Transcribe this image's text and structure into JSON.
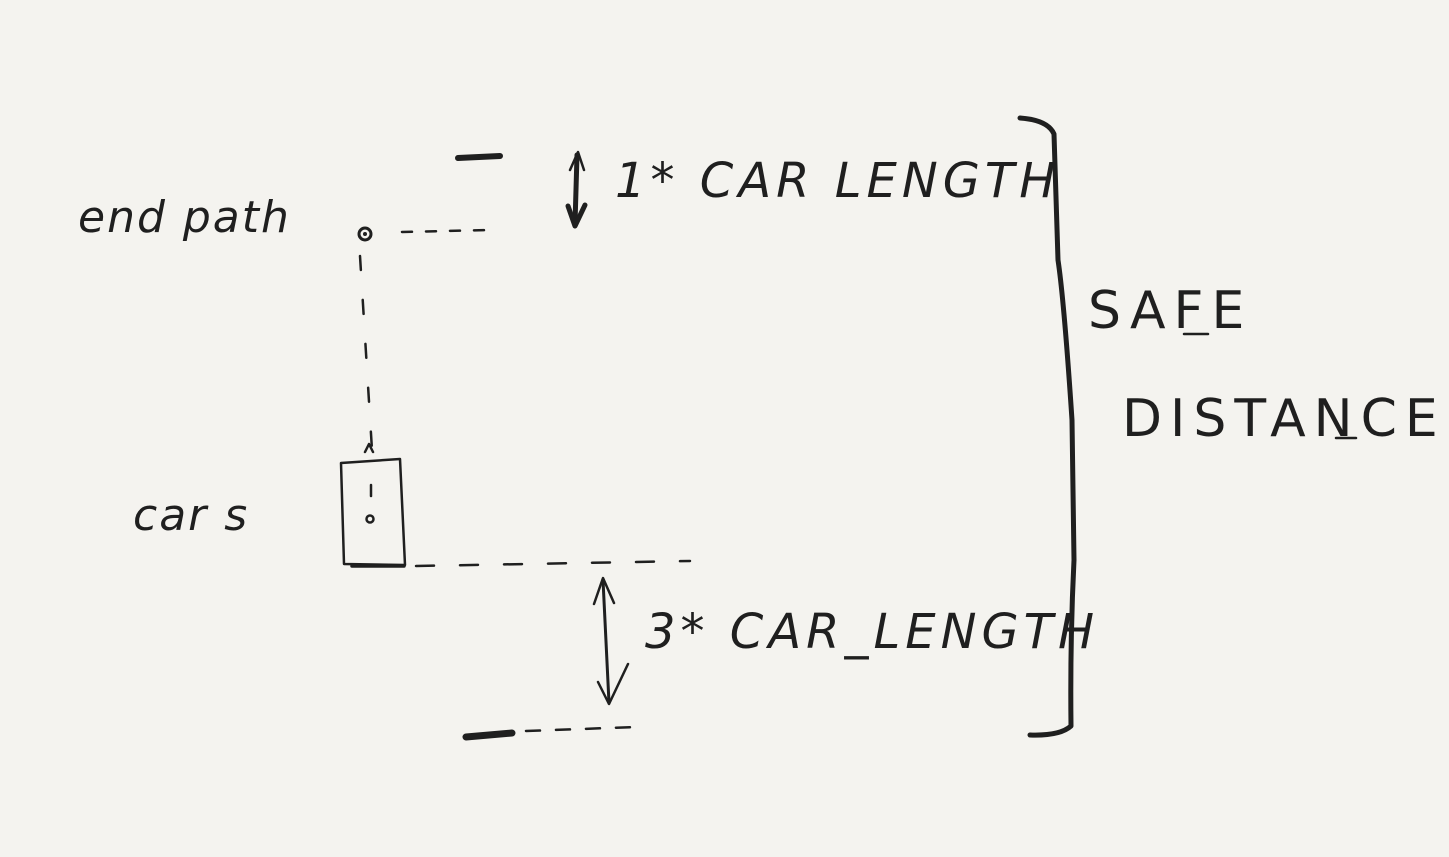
{
  "diagram": {
    "labels": {
      "end_path": "end path",
      "car_s": "car s",
      "front_margin": "1* CAR LENGTH",
      "rear_margin": "3* CAR_LENGTH",
      "safe_word": "SAFE",
      "distance_word": "DISTANCE"
    },
    "colors": {
      "background": "#f4f3ef",
      "ink": "#1f1f1f"
    }
  }
}
